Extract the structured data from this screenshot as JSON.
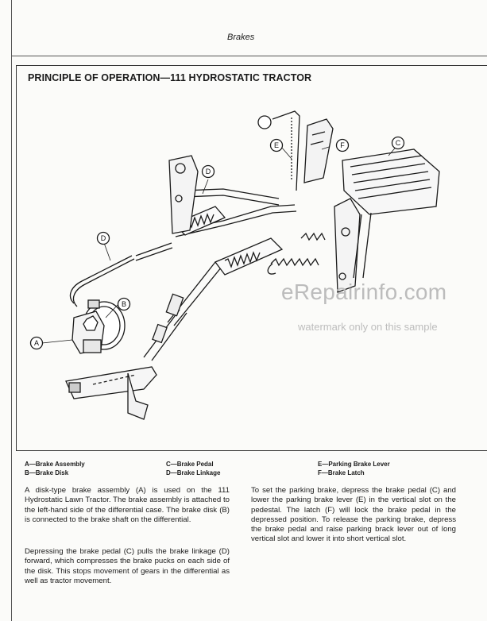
{
  "header": {
    "title": "Brakes"
  },
  "section": {
    "title": "PRINCIPLE OF OPERATION—111 HYDROSTATIC TRACTOR"
  },
  "callouts": [
    "A",
    "B",
    "C",
    "D",
    "D",
    "E",
    "F"
  ],
  "watermark": {
    "main": "eRepairinfo.com",
    "sub": "watermark only on this sample"
  },
  "legend": {
    "col1": [
      "A—Brake Assembly",
      "B—Brake Disk"
    ],
    "col2": [
      "C—Brake Pedal",
      "D—Brake Linkage"
    ],
    "col3": [
      "E—Parking Brake Lever",
      "F—Brake Latch"
    ]
  },
  "body": {
    "para1": "A disk-type brake assembly (A) is used on the 111 Hydrostatic Lawn Tractor. The brake assembly is attached to the left-hand side of the differential case. The brake disk (B) is connected to the brake shaft on the differential.",
    "para2": "Depressing the brake pedal (C) pulls the brake linkage (D) forward, which compresses the brake pucks on each side of the disk. This stops movement of gears in the differential as well as tractor movement.",
    "para3": "To set the parking brake, depress the brake pedal (C) and lower the parking brake lever (E) in the vertical slot on the pedestal. The latch (F) will lock the brake pedal in the depressed position. To release the parking brake, depress the brake pedal and raise parking brack lever out of long vertical slot and lower it into short vertical slot."
  }
}
